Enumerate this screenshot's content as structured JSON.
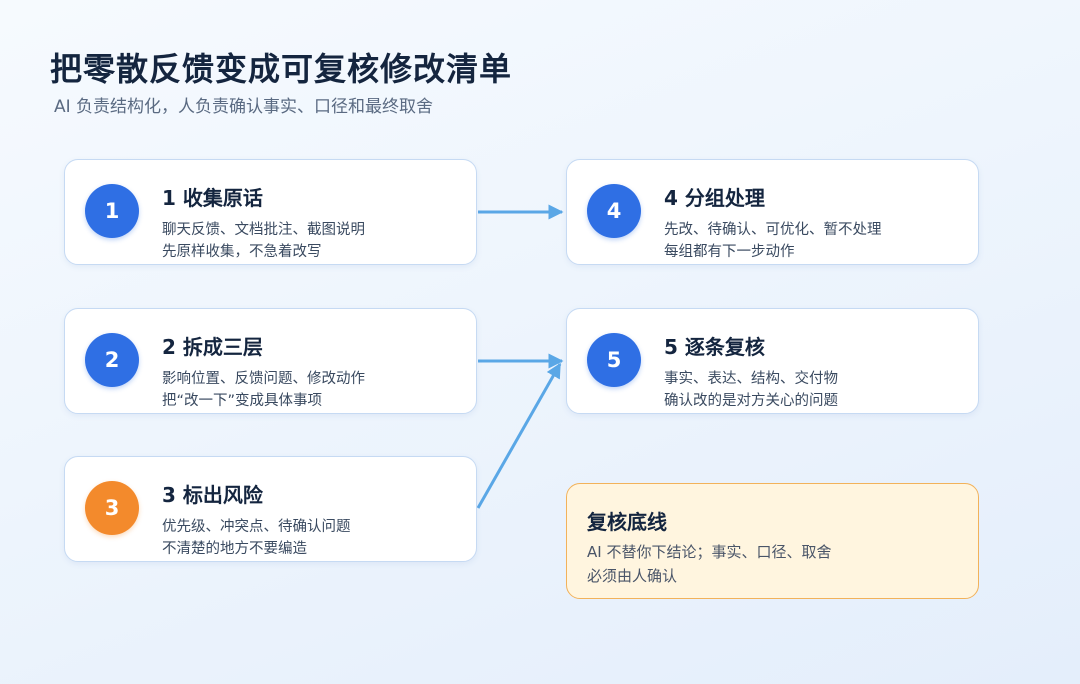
{
  "header": {
    "title": "把零散反馈变成可复核修改清单",
    "subtitle": "AI 负责结构化，人负责确认事实、口径和最终取舍"
  },
  "steps": [
    {
      "number": "1",
      "title": "1 收集原话",
      "line1": "聊天反馈、文档批注、截图说明",
      "line2": "先原样收集，不急着改写",
      "badge_color": "#2f6fe4"
    },
    {
      "number": "2",
      "title": "2 拆成三层",
      "line1": "影响位置、反馈问题、修改动作",
      "line2": "把“改一下”变成具体事项",
      "badge_color": "#2f6fe4"
    },
    {
      "number": "3",
      "title": "3 标出风险",
      "line1": "优先级、冲突点、待确认问题",
      "line2": "不清楚的地方不要编造",
      "badge_color": "#f38a2c"
    },
    {
      "number": "4",
      "title": "4 分组处理",
      "line1": "先改、待确认、可优化、暂不处理",
      "line2": "每组都有下一步动作",
      "badge_color": "#2f6fe4"
    },
    {
      "number": "5",
      "title": "5 逐条复核",
      "line1": "事实、表达、结构、交付物",
      "line2": "确认改的是对方关心的问题",
      "badge_color": "#2f6fe4"
    }
  ],
  "note": {
    "title": "复核底线",
    "line1": "AI 不替你下结论；事实、口径、取舍",
    "line2": "必须由人确认"
  },
  "colors": {
    "accent_blue": "#2f6fe4",
    "accent_orange": "#f38a2c",
    "arrow": "#5aa7e6",
    "note_bg": "#fff5df",
    "note_border": "#f2b25a"
  }
}
